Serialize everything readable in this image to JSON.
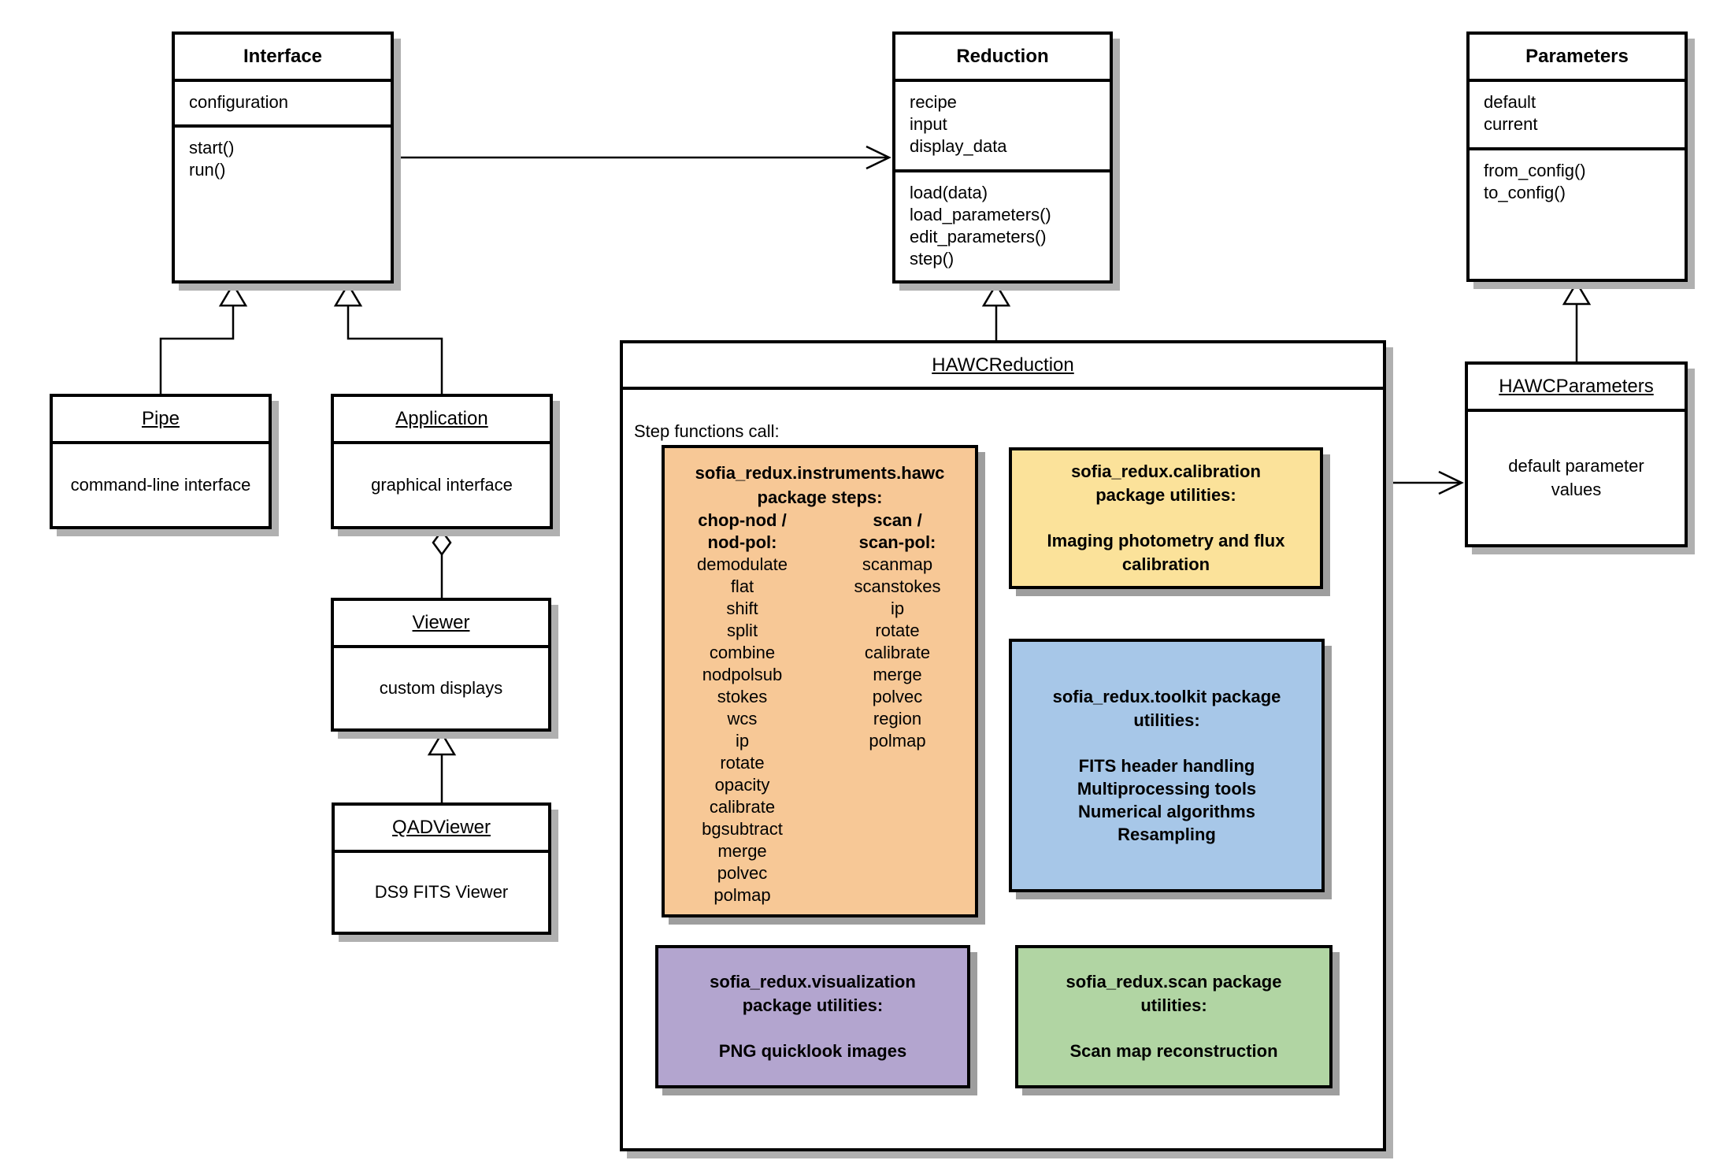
{
  "diagram": {
    "classes": {
      "interface": {
        "title": "Interface",
        "attributes": [
          "configuration"
        ],
        "methods": [
          "start()",
          "run()"
        ]
      },
      "reduction": {
        "title": "Reduction",
        "attributes": [
          "recipe",
          "input",
          "display_data"
        ],
        "methods": [
          "load(data)",
          "load_parameters()",
          "edit_parameters()",
          "step()"
        ]
      },
      "parameters": {
        "title": "Parameters",
        "attributes": [
          "default",
          "current"
        ],
        "methods": [
          "from_config()",
          "to_config()"
        ]
      },
      "pipe": {
        "title": "Pipe",
        "description": "command-line interface"
      },
      "application": {
        "title": "Application",
        "description": "graphical interface"
      },
      "viewer": {
        "title": "Viewer",
        "description": "custom displays"
      },
      "qadviewer": {
        "title": "QADViewer",
        "description": "DS9 FITS Viewer"
      },
      "hawcreduction": {
        "title": "HAWCReduction",
        "body_label": "Step functions call:"
      },
      "hawcparameters": {
        "title": "HAWCParameters",
        "body_lines": [
          "default parameter",
          "values"
        ]
      }
    },
    "packages": {
      "hawc_steps": {
        "color": "#F7C896",
        "title_lines": [
          "sofia_redux.instruments.hawc",
          "package steps:"
        ],
        "columns": [
          {
            "header_lines": [
              "chop-nod /",
              "nod-pol:"
            ],
            "steps": [
              "demodulate",
              "flat",
              "shift",
              "split",
              "combine",
              "nodpolsub",
              "stokes",
              "wcs",
              "ip",
              "rotate",
              "opacity",
              "calibrate",
              "bgsubtract",
              "merge",
              "polvec",
              "polmap"
            ]
          },
          {
            "header_lines": [
              "scan /",
              "scan-pol:"
            ],
            "steps": [
              "scanmap",
              "scanstokes",
              "ip",
              "rotate",
              "calibrate",
              "merge",
              "polvec",
              "region",
              "polmap"
            ]
          }
        ]
      },
      "calibration": {
        "color": "#FBE29A",
        "title_lines": [
          "sofia_redux.calibration",
          "package utilities:"
        ],
        "body_lines": [
          "Imaging photometry and flux",
          "calibration"
        ]
      },
      "toolkit": {
        "color": "#A7C7E8",
        "title_lines": [
          "sofia_redux.toolkit package",
          "utilities:"
        ],
        "body_lines": [
          "FITS header handling",
          "Multiprocessing tools",
          "Numerical algorithms",
          "Resampling"
        ]
      },
      "visualization": {
        "color": "#B3A5CF",
        "title_lines": [
          "sofia_redux.visualization",
          "package utilities:"
        ],
        "body_lines": [
          "PNG quicklook images"
        ]
      },
      "scan": {
        "color": "#B1D5A3",
        "title_lines": [
          "sofia_redux.scan package",
          "utilities:"
        ],
        "body_lines": [
          "Scan map reconstruction"
        ]
      }
    }
  }
}
